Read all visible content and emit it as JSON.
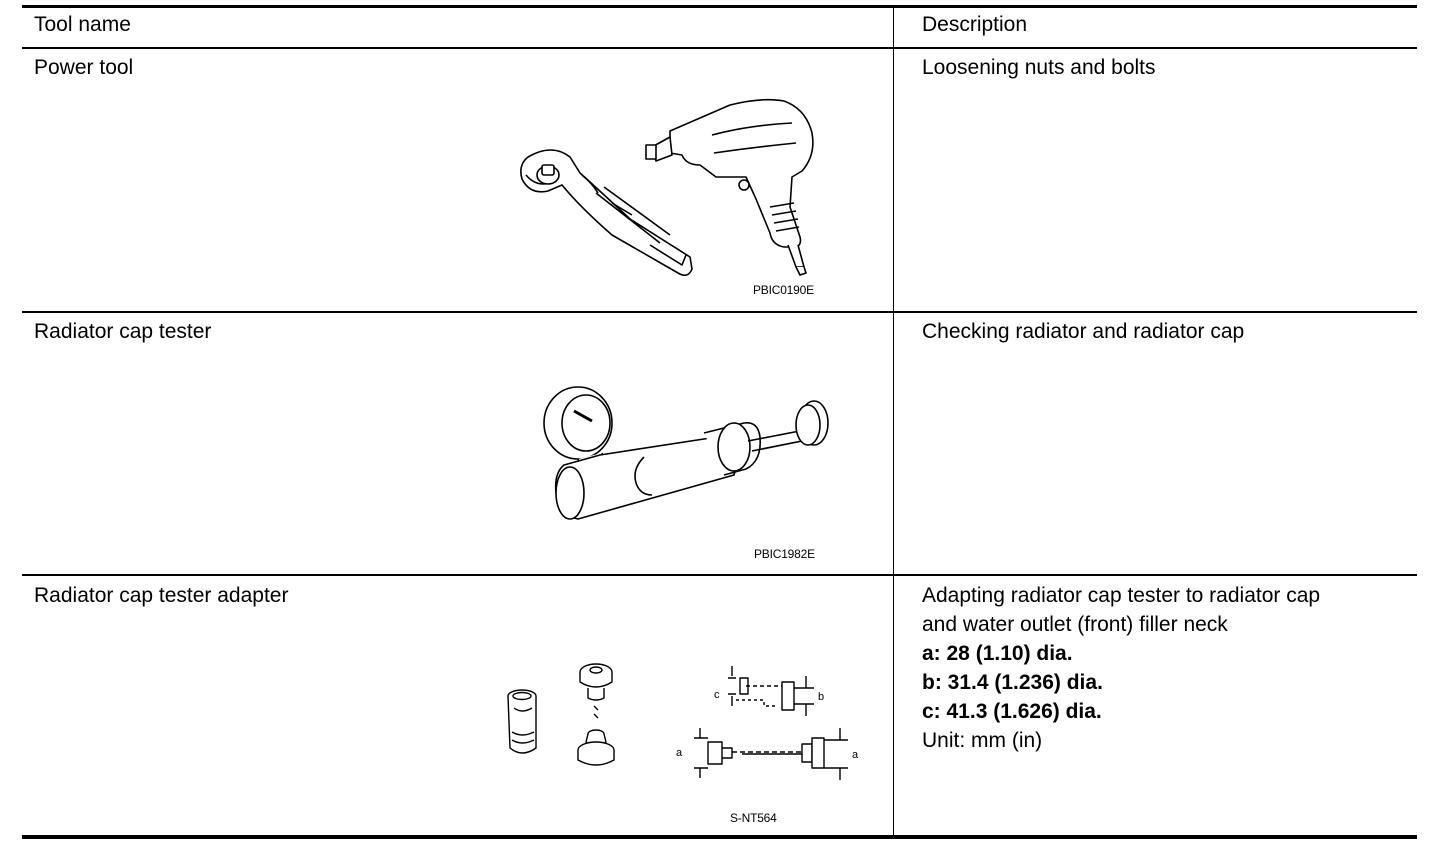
{
  "header": {
    "tool_name": "Tool name",
    "description": "Description"
  },
  "rows": [
    {
      "tool_name": "Power tool",
      "description_lines": [
        "Loosening nuts and bolts"
      ],
      "figure_code": "PBIC0190E",
      "figure_icon": "power-tools-illustration"
    },
    {
      "tool_name": "Radiator cap tester",
      "description_lines": [
        "Checking radiator and radiator cap"
      ],
      "figure_code": "PBIC1982E",
      "figure_icon": "radiator-cap-tester-illustration"
    },
    {
      "tool_name": "Radiator cap tester adapter",
      "description_lines": [
        "Adapting radiator cap tester to radiator cap",
        "and water outlet (front) filler neck"
      ],
      "bold_lines": [
        "a: 28 (1.10) dia.",
        "b: 31.4 (1.236) dia.",
        "c: 41.3 (1.626) dia."
      ],
      "unit_line": "Unit: mm (in)",
      "figure_code": "S-NT564",
      "figure_icon": "radiator-cap-adapter-illustration",
      "dimension_labels": [
        "c",
        "b",
        "a",
        "a"
      ]
    }
  ]
}
